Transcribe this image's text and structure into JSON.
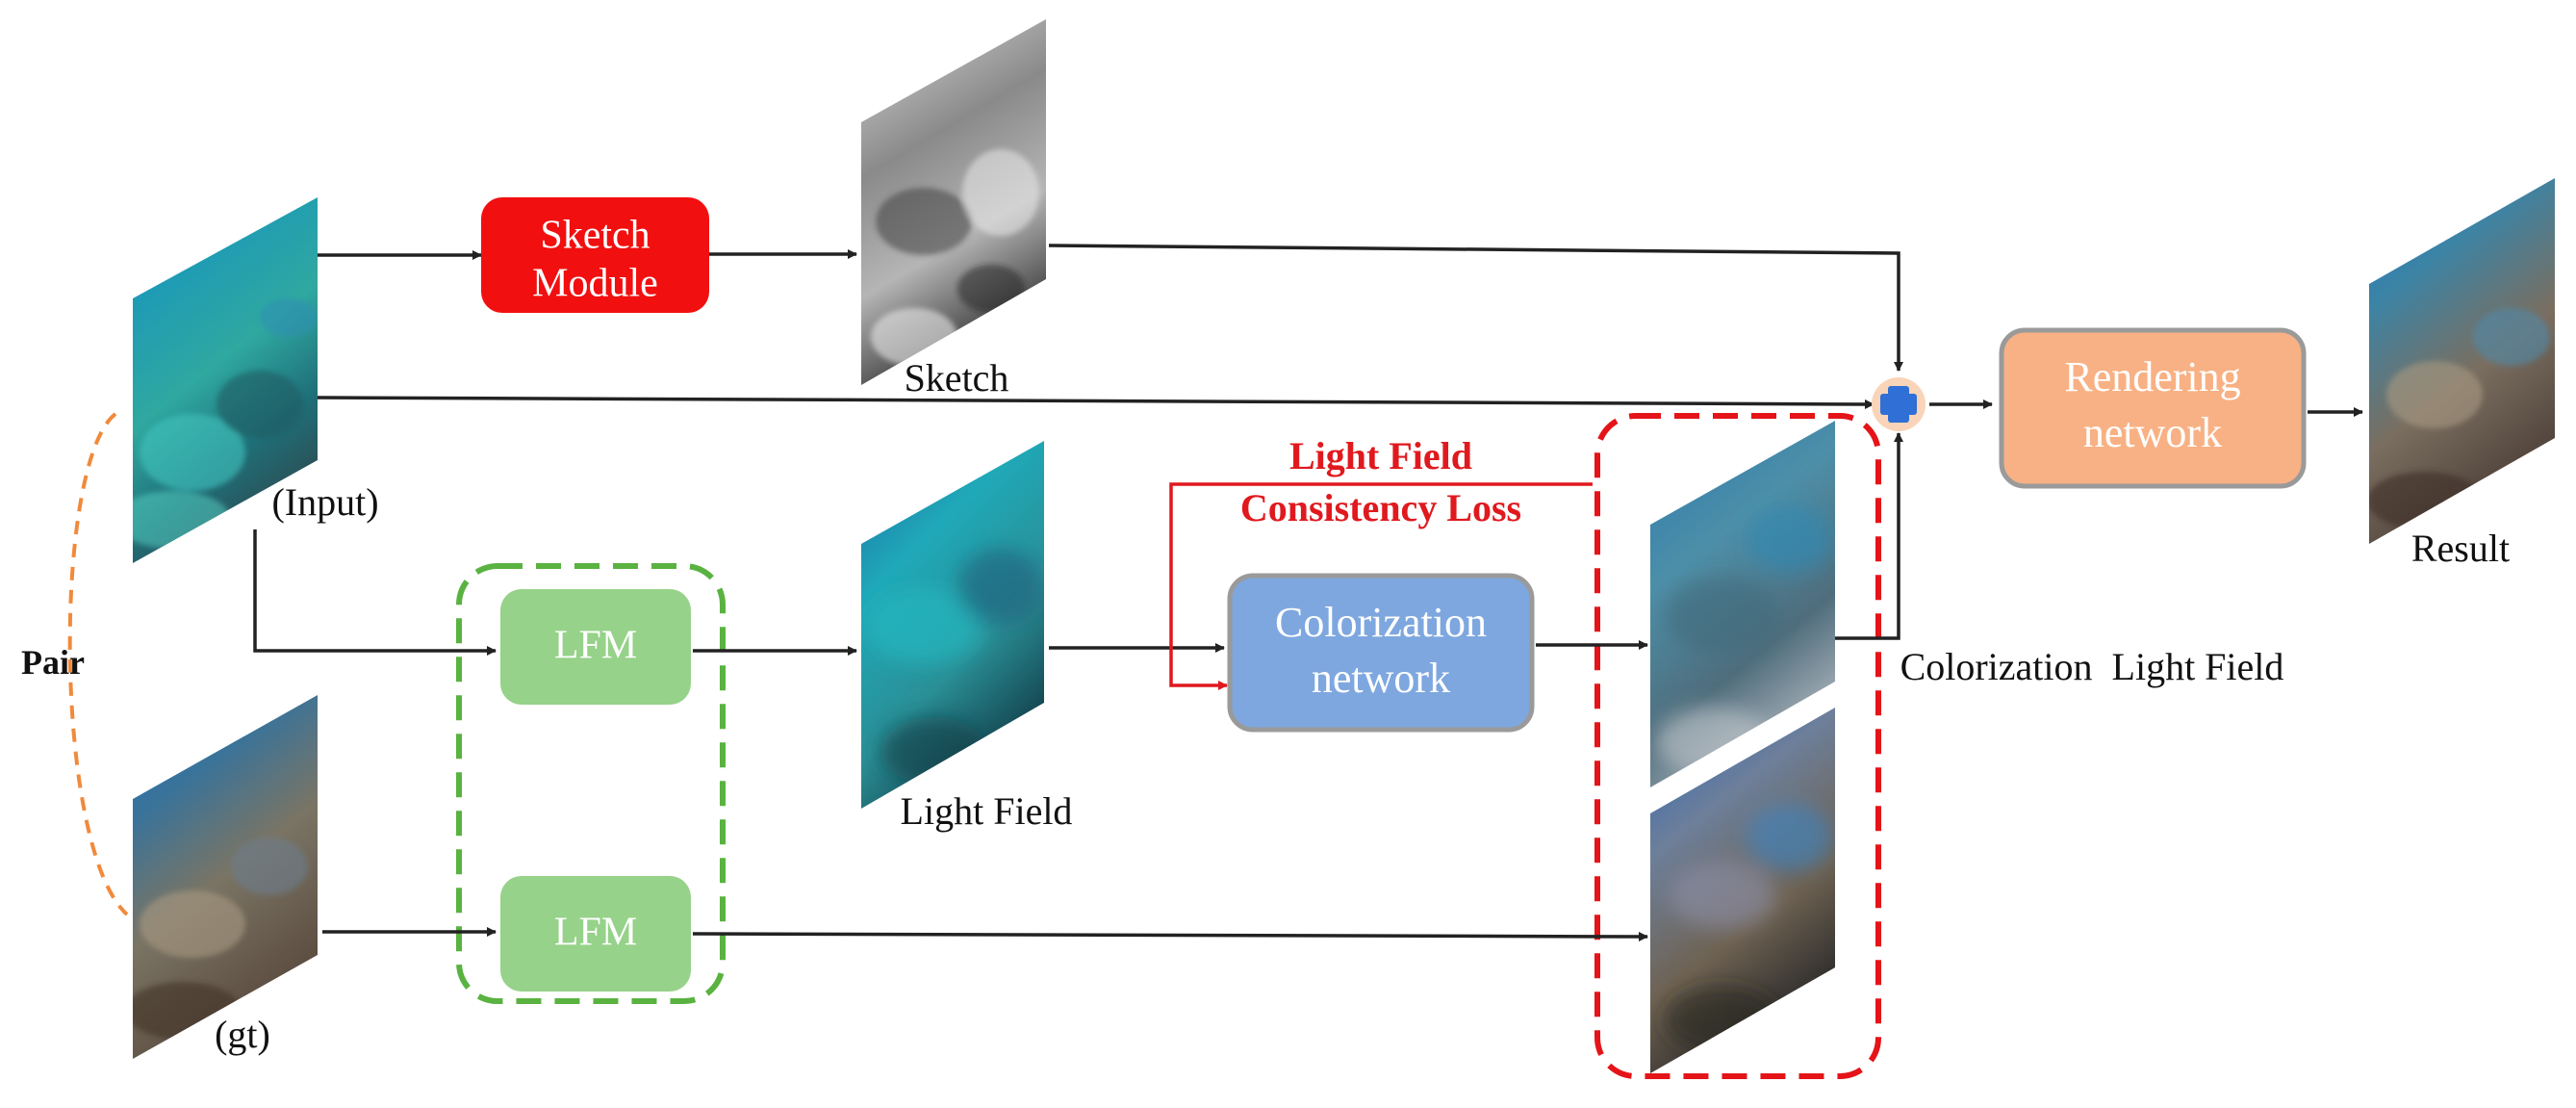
{
  "labels": {
    "input": "(Input)",
    "gt": "(gt)",
    "pair": "Pair",
    "sketch": "Sketch",
    "light_field": "Light Field",
    "colorization_light_field": "Colorization  Light Field",
    "result": "Result",
    "loss_line1": "Light Field",
    "loss_line2": "Consistency Loss"
  },
  "boxes": {
    "sketch_module": [
      "Sketch",
      "Module"
    ],
    "lfm_top": "LFM",
    "lfm_bottom": "LFM",
    "colorization_network": [
      "Colorization",
      "network"
    ],
    "rendering_network": [
      "Rendering",
      "network"
    ]
  },
  "colors": {
    "sketch_module": "#f20f10",
    "lfm": "#96d289",
    "colorization_network": "#7ea7df",
    "rendering_network": "#f8b184",
    "green_dash": "#5ab241",
    "red_dash": "#e41418",
    "loss_text": "#e0191e",
    "pair_dash": "#f08a3c",
    "plus": "#2f6fd6",
    "arrow": "#222222"
  },
  "icons": {
    "sum_node": "plus-icon"
  }
}
